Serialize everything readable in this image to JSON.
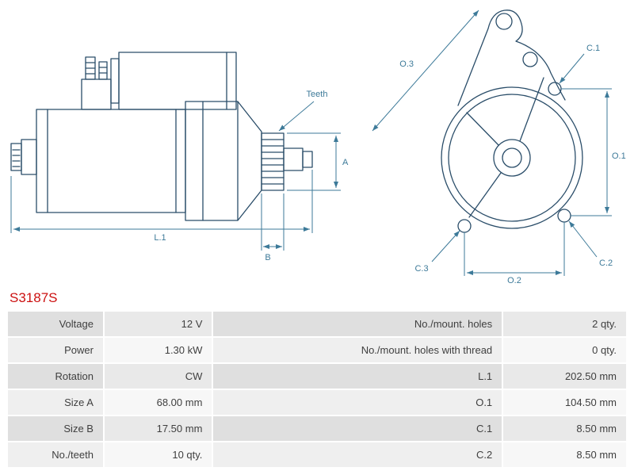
{
  "colors": {
    "outline": "#2a4d69",
    "dimension": "#3d7a99",
    "part_number": "#cc1111",
    "row_odd_label": "#dfdfdf",
    "row_odd_value": "#e9e9e9",
    "row_even_label": "#efefef",
    "row_even_value": "#f7f7f7",
    "table_text": "#3f3f3f"
  },
  "part_number": "S3187S",
  "drawing": {
    "labels": {
      "teeth": "Teeth",
      "a": "A",
      "b": "B",
      "l1": "L.1",
      "o1": "O.1",
      "o2": "O.2",
      "o3": "O.3",
      "c1": "C.1",
      "c2": "C.2",
      "c3": "C.3"
    }
  },
  "spec_table": {
    "rows": [
      {
        "label_left": "Voltage",
        "value_left": "12 V",
        "label_right": "No./mount. holes",
        "value_right": "2 qty."
      },
      {
        "label_left": "Power",
        "value_left": "1.30 kW",
        "label_right": "No./mount. holes with thread",
        "value_right": "0 qty."
      },
      {
        "label_left": "Rotation",
        "value_left": "CW",
        "label_right": "L.1",
        "value_right": "202.50 mm"
      },
      {
        "label_left": "Size A",
        "value_left": "68.00 mm",
        "label_right": "O.1",
        "value_right": "104.50 mm"
      },
      {
        "label_left": "Size B",
        "value_left": "17.50 mm",
        "label_right": "C.1",
        "value_right": "8.50 mm"
      },
      {
        "label_left": "No./teeth",
        "value_left": "10 qty.",
        "label_right": "C.2",
        "value_right": "8.50 mm"
      }
    ]
  }
}
